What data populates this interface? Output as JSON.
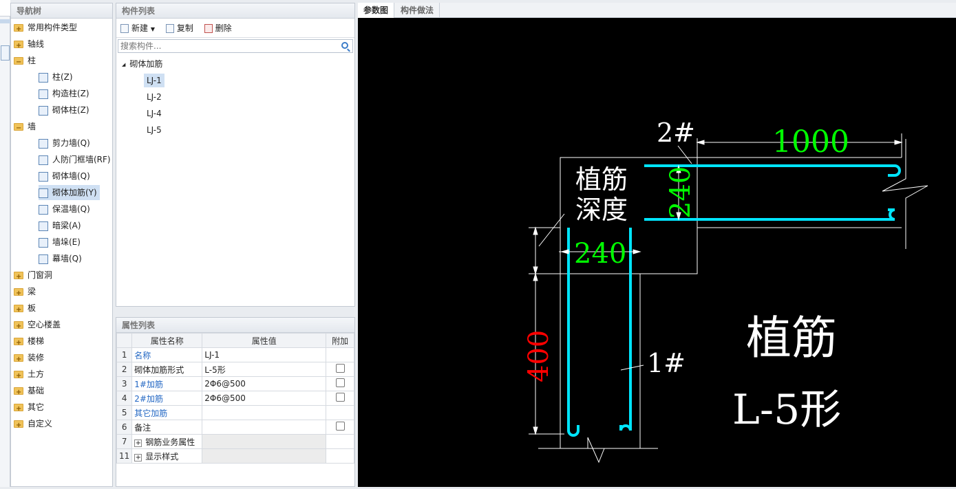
{
  "nav": {
    "title": "导航树",
    "items": [
      {
        "label": "常用构件类型",
        "kind": "folder"
      },
      {
        "label": "轴线",
        "kind": "folder"
      },
      {
        "label": "柱",
        "kind": "folder-open"
      },
      {
        "label": "柱(Z)",
        "kind": "child"
      },
      {
        "label": "构造柱(Z)",
        "kind": "child"
      },
      {
        "label": "砌体柱(Z)",
        "kind": "child"
      },
      {
        "label": "墙",
        "kind": "folder-open"
      },
      {
        "label": "剪力墙(Q)",
        "kind": "child"
      },
      {
        "label": "人防门框墙(RF)",
        "kind": "child"
      },
      {
        "label": "砌体墙(Q)",
        "kind": "child"
      },
      {
        "label": "砌体加筋(Y)",
        "kind": "child-selected"
      },
      {
        "label": "保温墙(Q)",
        "kind": "child"
      },
      {
        "label": "暗梁(A)",
        "kind": "child"
      },
      {
        "label": "墙垛(E)",
        "kind": "child"
      },
      {
        "label": "幕墙(Q)",
        "kind": "child"
      },
      {
        "label": "门窗洞",
        "kind": "folder"
      },
      {
        "label": "梁",
        "kind": "folder"
      },
      {
        "label": "板",
        "kind": "folder"
      },
      {
        "label": "空心楼盖",
        "kind": "folder"
      },
      {
        "label": "楼梯",
        "kind": "folder"
      },
      {
        "label": "装修",
        "kind": "folder"
      },
      {
        "label": "土方",
        "kind": "folder"
      },
      {
        "label": "基础",
        "kind": "folder"
      },
      {
        "label": "其它",
        "kind": "folder"
      },
      {
        "label": "自定义",
        "kind": "folder"
      }
    ]
  },
  "components": {
    "title": "构件列表",
    "new_label": "新建",
    "copy_label": "复制",
    "delete_label": "删除",
    "search_placeholder": "搜索构件...",
    "group": "砌体加筋",
    "items": [
      "LJ-1",
      "LJ-2",
      "LJ-4",
      "LJ-5"
    ],
    "selected": "LJ-1"
  },
  "properties": {
    "title": "属性列表",
    "headers": [
      "属性名称",
      "属性值",
      "附加"
    ],
    "rows": [
      {
        "num": "1",
        "name": "名称",
        "value": "LJ-1",
        "link": true,
        "check": false
      },
      {
        "num": "2",
        "name": "砌体加筋形式",
        "value": "L-5形",
        "link": false,
        "check": true
      },
      {
        "num": "3",
        "name": "1#加筋",
        "value": "2Φ6@500",
        "link": true,
        "check": true
      },
      {
        "num": "4",
        "name": "2#加筋",
        "value": "2Φ6@500",
        "link": true,
        "check": true
      },
      {
        "num": "5",
        "name": "其它加筋",
        "value": "",
        "link": true,
        "check": false
      },
      {
        "num": "6",
        "name": "备注",
        "value": "",
        "link": false,
        "check": true
      },
      {
        "num": "7",
        "name": "钢筋业务属性",
        "value": "",
        "link": false,
        "check": false,
        "group": true
      },
      {
        "num": "11",
        "name": "显示样式",
        "value": "",
        "link": false,
        "check": false,
        "group": true
      }
    ]
  },
  "canvas": {
    "tabs": [
      "参数图",
      "构件做法"
    ],
    "labels": {
      "bar2": "2#",
      "length": "1000",
      "depth_line1": "植筋",
      "depth_line2": "深度",
      "spacing_v": "240",
      "spacing_h": "240",
      "leg": "400",
      "bar1": "1#",
      "type_line1": "植筋",
      "type_line2": "L-5形"
    },
    "colors": {
      "rebar": "#00e5ff",
      "dim_green": "#00ff00",
      "dim_red": "#ff0000",
      "line": "#ffffff"
    }
  }
}
